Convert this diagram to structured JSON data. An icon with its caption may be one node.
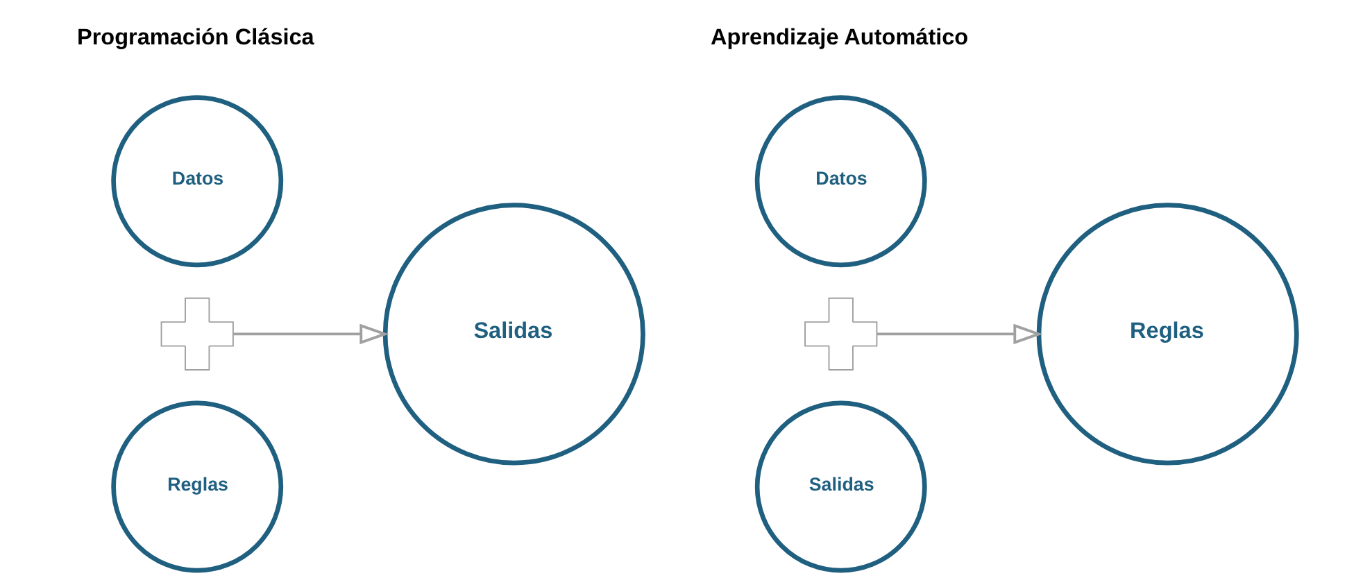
{
  "diagram": {
    "nodes": [
      {
        "text": [
          "Datos"
        ]
      },
      {
        "text": [],
        "shape": "plus"
      },
      {
        "text": [
          "Reglas"
        ]
      },
      {
        "text": [
          "Salidas"
        ]
      },
      {
        "text": [
          "Datos"
        ]
      },
      {
        "text": [],
        "shape": "plus"
      },
      {
        "text": [
          "Salidas"
        ]
      },
      {
        "text": [
          "Reglas"
        ]
      }
    ],
    "edges": [
      {
        "from": 1,
        "to": 3,
        "arrow": "to"
      },
      {
        "from": 5,
        "to": 7,
        "arrow": "to"
      }
    ],
    "labels": [
      "Programación Clásica",
      "Aprendizaje Automático"
    ]
  }
}
